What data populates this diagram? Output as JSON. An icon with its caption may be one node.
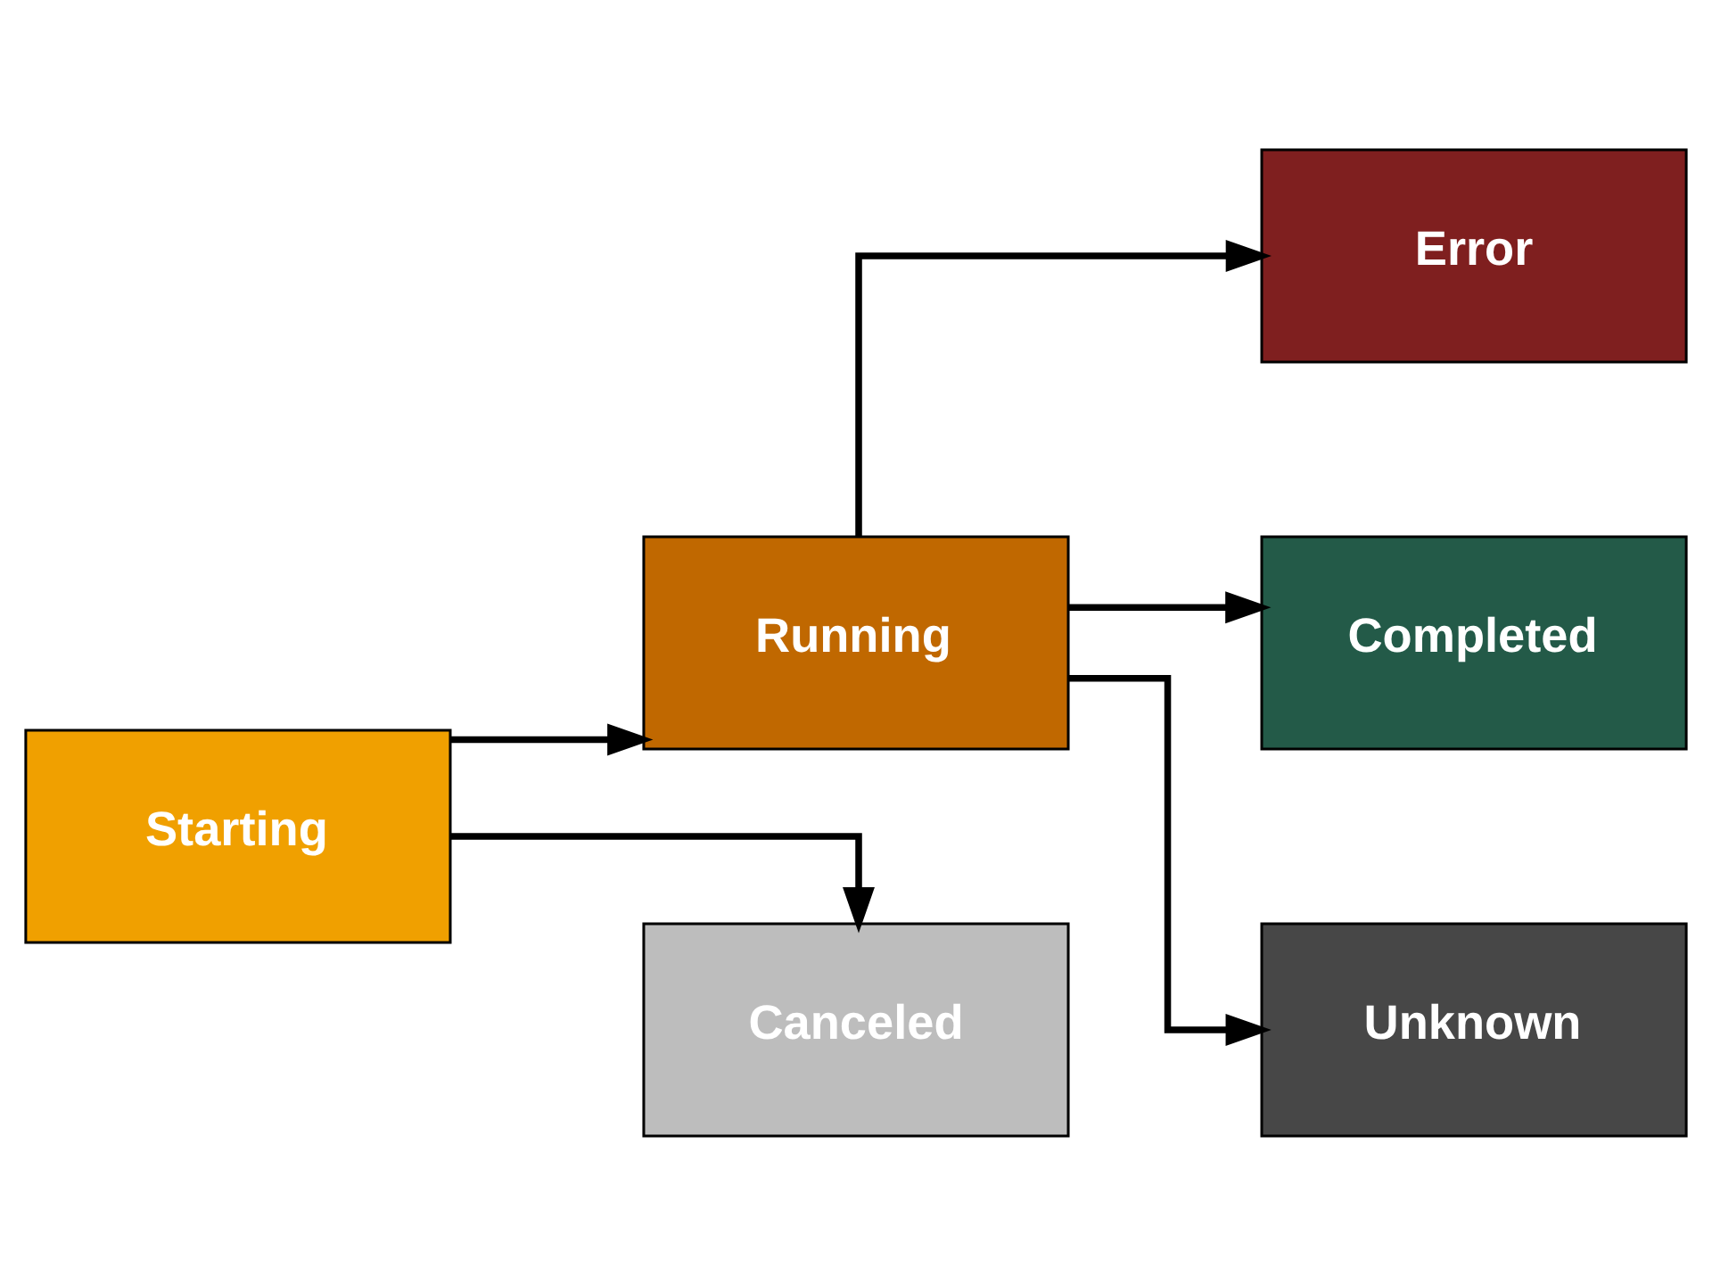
{
  "diagram": {
    "nodes": [
      {
        "text": [
          "Starting"
        ]
      },
      {
        "text": [
          "Running"
        ]
      },
      {
        "text": [
          "Error"
        ]
      },
      {
        "text": [
          "Completed"
        ]
      },
      {
        "text": [
          "Unknown"
        ]
      },
      {
        "text": [
          "Canceled"
        ]
      }
    ],
    "edges": [
      {
        "from": 0,
        "to": 1,
        "arrow": "to"
      },
      {
        "from": 1,
        "to": 2,
        "arrow": "to"
      },
      {
        "from": 1,
        "to": 3,
        "arrow": "to"
      },
      {
        "from": 1,
        "to": 4,
        "arrow": "to"
      },
      {
        "from": 0,
        "to": 5,
        "arrow": "to"
      }
    ]
  }
}
